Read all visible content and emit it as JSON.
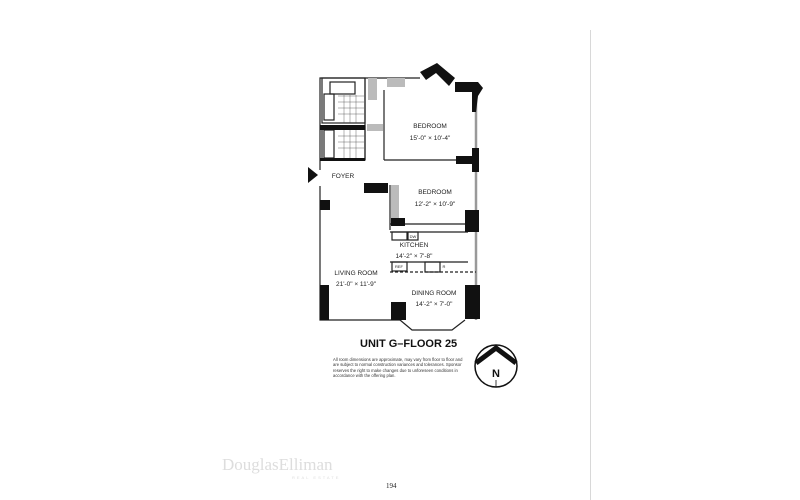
{
  "plan": {
    "title": "UNIT G–FLOOR 25",
    "rooms": [
      {
        "name": "BEDROOM",
        "dims": "15'-0\" × 10'-4\""
      },
      {
        "name": "BEDROOM",
        "dims": "12'-2\" × 10'-9\""
      },
      {
        "name": "FOYER",
        "dims": ""
      },
      {
        "name": "KITCHEN",
        "dims": "14'-2\" × 7'-8\""
      },
      {
        "name": "LIVING ROOM",
        "dims": "21'-0\" × 11'-9\""
      },
      {
        "name": "DINING ROOM",
        "dims": "14'-2\" × 7'-0\""
      }
    ],
    "fixtures": {
      "dw": "DW",
      "ref": "REF",
      "r": "R"
    },
    "disclaimer": "All room dimensions are approximate, may vary from floor to floor and are subject to normal construction variances and tolerances. Sponsor reserves the right to make changes due to unforeseen conditions in accordance with the offering plan.",
    "compass": "N",
    "entry_icon": "triangle-arrow-icon"
  },
  "logo": {
    "name": "DouglasElliman",
    "sub": "REAL ESTATE"
  },
  "page_number": "194"
}
